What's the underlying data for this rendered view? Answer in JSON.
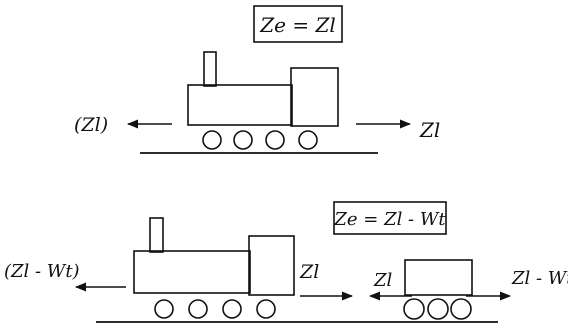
{
  "top": {
    "equation": "Ze = Zl",
    "left_force": "(Zl)",
    "right_force": "Zl"
  },
  "bottom": {
    "equation": "Ze = Zl - Wt",
    "left_force": "(Zl - Wt)",
    "coupling_force": "Zl",
    "wagon_left_force": "Zl",
    "wagon_right_force": "Zl - Wt"
  }
}
